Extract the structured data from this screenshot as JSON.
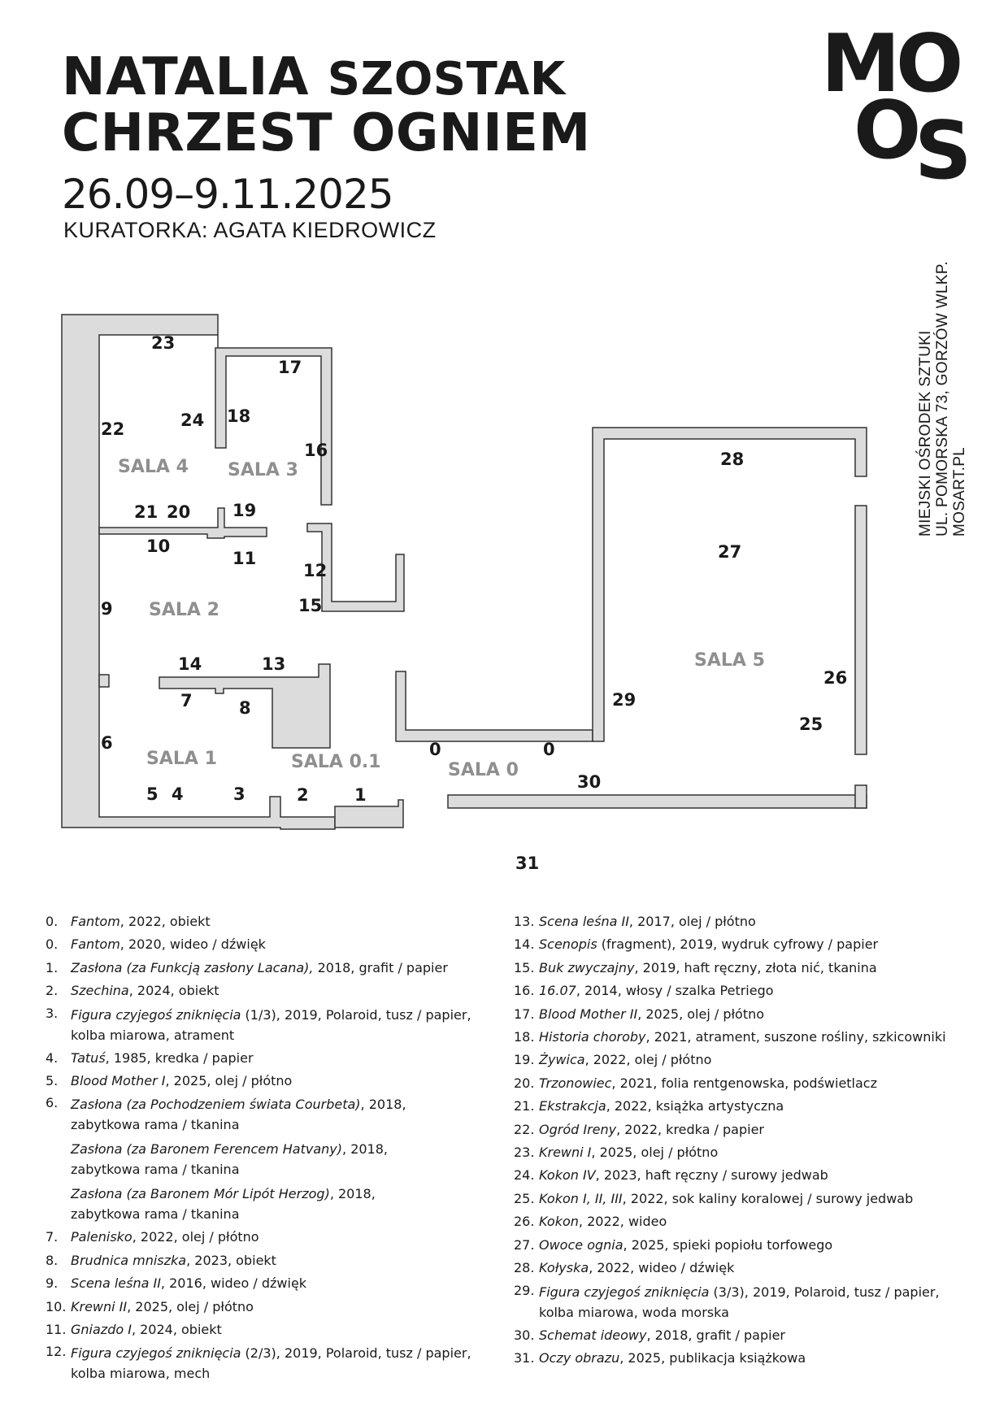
{
  "header": {
    "name_first": "NATALIA",
    "name_last": "SZOSTAK",
    "exhibition_title": "CHRZEST OGNIEM",
    "dates": "26.09–9.11.2025",
    "curator": "KURATORKA: AGATA KIEDROWICZ"
  },
  "logo": {
    "letters": [
      "M",
      "O",
      "O",
      "S"
    ]
  },
  "address": {
    "line1": "MIEJSKI OŚRODEK SZTUKI",
    "line2": "UL. POMORSKA 73, GORZÓW WLKP.",
    "line3": "MOSART.PL"
  },
  "plan": {
    "rooms": {
      "sala4": "SALA 4",
      "sala3": "SALA 3",
      "sala2": "SALA 2",
      "sala1": "SALA 1",
      "sala01": "SALA 0.1",
      "sala0": "SALA 0",
      "sala5": "SALA 5"
    },
    "markers": {
      "m23": "23",
      "m17": "17",
      "m22": "22",
      "m24": "24",
      "m18": "18",
      "m16": "16",
      "m21": "21",
      "m20": "20",
      "m19": "19",
      "m10": "10",
      "m11": "11",
      "m12": "12",
      "m9": "9",
      "m15": "15",
      "m14": "14",
      "m13": "13",
      "m7": "7",
      "m8": "8",
      "m6": "6",
      "m5": "5",
      "m4": "4",
      "m3": "3",
      "m2": "2",
      "m1": "1",
      "m0a": "0",
      "m0b": "0",
      "m28": "28",
      "m27": "27",
      "m26": "26",
      "m29": "29",
      "m25": "25",
      "m30": "30",
      "m31": "31"
    }
  },
  "works_left": [
    {
      "num": "0.",
      "title": "Fantom",
      "rest": ", 2022, obiekt"
    },
    {
      "num": "0.",
      "title": "Fantom",
      "rest": ", 2020, wideo / dźwięk"
    },
    {
      "num": "1.",
      "title": "Zasłona (za Funkcją zasłony Lacana),",
      "rest": " 2018, grafit / papier"
    },
    {
      "num": "2.",
      "title": "Szechina",
      "rest": ", 2024, obiekt"
    },
    {
      "num": "3.",
      "title": "Figura czyjegoś zniknięcia",
      "rest": " (1/3), 2019, Polaroid, tusz / papier, kolba miarowa, atrament"
    },
    {
      "num": "4.",
      "title": "Tatuś",
      "rest": ", 1985, kredka / papier"
    },
    {
      "num": "5.",
      "title": "Blood Mother I",
      "rest": ", 2025, olej / płótno"
    },
    {
      "num": "6.",
      "title": "Zasłona (za Pochodzeniem świata Courbeta)",
      "rest": ", 2018, zabytkowa rama / tkanina"
    },
    {
      "num": "",
      "title": "Zasłona (za Baronem Ferencem Hatvany)",
      "rest": ", 2018, zabytkowa rama / tkanina"
    },
    {
      "num": "",
      "title": "Zasłona (za Baronem Mór Lipót Herzog)",
      "rest": ", 2018, zabytkowa rama / tkanina"
    },
    {
      "num": "7.",
      "title": "Palenisko",
      "rest": ", 2022, olej / płótno"
    },
    {
      "num": "8.",
      "title": "Brudnica mniszka",
      "rest": ", 2023, obiekt"
    },
    {
      "num": "9.",
      "title": "Scena leśna II",
      "rest": ", 2016, wideo / dźwięk"
    },
    {
      "num": "10.",
      "title": "Krewni II",
      "rest": ", 2025, olej / płótno"
    },
    {
      "num": "11.",
      "title": "Gniazdo I",
      "rest": ", 2024, obiekt"
    },
    {
      "num": "12.",
      "title": "Figura czyjegoś zniknięcia",
      "rest": " (2/3), 2019, Polaroid, tusz / papier, kolba miarowa, mech"
    }
  ],
  "works_right": [
    {
      "num": "13.",
      "title": "Scena leśna II",
      "rest": ", 2017, olej / płótno"
    },
    {
      "num": "14.",
      "title": "Scenopis",
      "rest": " (fragment), 2019, wydruk cyfrowy / papier"
    },
    {
      "num": "15.",
      "title": "Buk zwyczajny",
      "rest": ", 2019, haft ręczny, złota nić, tkanina"
    },
    {
      "num": "16.",
      "title": "16.07",
      "rest": ", 2014, włosy / szalka Petriego"
    },
    {
      "num": "17.",
      "title": "Blood Mother II",
      "rest": ", 2025, olej / płótno"
    },
    {
      "num": "18.",
      "title": "Historia choroby",
      "rest": ", 2021, atrament, suszone rośliny, szkicowniki"
    },
    {
      "num": "19.",
      "title": "Żywica",
      "rest": ", 2022, olej / płótno"
    },
    {
      "num": "20.",
      "title": "Trzonowiec",
      "rest": ", 2021, folia rentgenowska, podświetlacz"
    },
    {
      "num": "21.",
      "title": "Ekstrakcja",
      "rest": ", 2022, książka artystyczna"
    },
    {
      "num": "22.",
      "title": "Ogród Ireny",
      "rest": ", 2022, kredka / papier"
    },
    {
      "num": "23.",
      "title": "Krewni I",
      "rest": ", 2025, olej / płótno"
    },
    {
      "num": "24.",
      "title": "Kokon IV",
      "rest": ", 2023, haft ręczny / surowy jedwab"
    },
    {
      "num": "25.",
      "title": "Kokon I, II, III",
      "rest": ", 2022, sok kaliny koralowej / surowy jedwab"
    },
    {
      "num": "26.",
      "title": "Kokon",
      "rest": ", 2022, wideo"
    },
    {
      "num": "27.",
      "title": "Owoce ognia",
      "rest": ", 2025, spieki popiołu torfowego"
    },
    {
      "num": "28.",
      "title": "Kołyska",
      "rest": ", 2022, wideo / dźwięk"
    },
    {
      "num": "29.",
      "title": "Figura czyjegoś zniknięcia",
      "rest": " (3/3), 2019, Polaroid, tusz / papier, kolba miarowa, woda morska"
    },
    {
      "num": "30.",
      "title": "Schemat ideowy",
      "rest": ", 2018, grafit / papier"
    },
    {
      "num": "31.",
      "title": "Oczy obrazu",
      "rest": ", 2025, publikacja książkowa"
    }
  ]
}
